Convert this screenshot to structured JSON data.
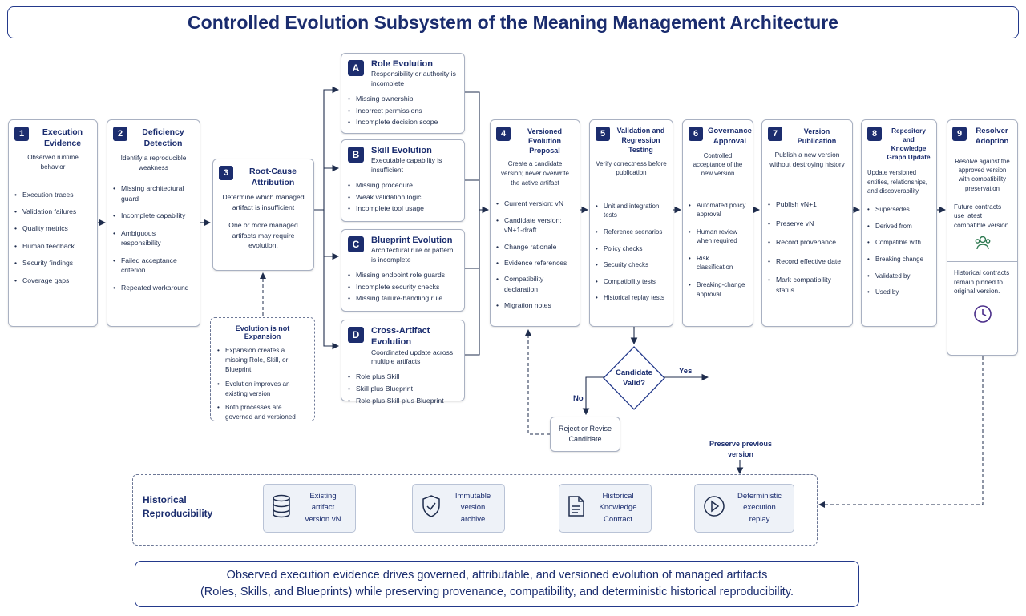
{
  "title": "Controlled Evolution Subsystem of the Meaning Management Architecture",
  "steps": [
    {
      "num": "1",
      "title": "Execution Evidence",
      "desc": "Observed runtime behavior",
      "bullets": [
        "Execution traces",
        "Validation failures",
        "Quality metrics",
        "Human feedback",
        "Security findings",
        "Coverage gaps"
      ]
    },
    {
      "num": "2",
      "title": "Deficiency Detection",
      "desc": "Identify a reproducible weakness",
      "bullets": [
        "Missing architectural guard",
        "Incomplete capability",
        "Ambiguous responsibility",
        "Failed acceptance criterion",
        "Repeated workaround"
      ]
    },
    {
      "num": "3",
      "title": "Root-Cause Attribution",
      "desc": "Determine which managed artifact is insufficient",
      "desc2": "One or more managed artifacts may require evolution."
    },
    {
      "num": "4",
      "title": "Versioned Evolution Proposal",
      "desc": "Create a candidate version; never overwrite the active artifact",
      "bullets": [
        "Current version: vN",
        "Candidate version: vN+1-draft",
        "Change rationale",
        "Evidence references",
        "Compatibility declaration",
        "Migration notes"
      ]
    },
    {
      "num": "5",
      "title": "Validation and Regression Testing",
      "desc": "Verify correctness before publication",
      "bullets": [
        "Unit and integration tests",
        "Reference scenarios",
        "Policy checks",
        "Security checks",
        "Compatibility tests",
        "Historical replay tests"
      ]
    },
    {
      "num": "6",
      "title": "Governance Approval",
      "desc": "Controlled acceptance of the new version",
      "bullets": [
        "Automated policy approval",
        "Human review when required",
        "Risk classification",
        "Breaking-change approval"
      ]
    },
    {
      "num": "7",
      "title": "Version Publication",
      "desc": "Publish a new version without destroying history",
      "bullets": [
        "Publish vN+1",
        "Preserve vN",
        "Record provenance",
        "Record effective date",
        "Mark compatibility status"
      ]
    },
    {
      "num": "8",
      "title": "Repository and Knowledge Graph Update",
      "desc": "Update versioned entities, relationships, and discoverability",
      "bullets": [
        "Supersedes",
        "Derived from",
        "Compatible with",
        "Breaking change",
        "Validated by",
        "Used by"
      ]
    },
    {
      "num": "9",
      "title": "Resolver Adoption",
      "desc": "Resolve against the approved version with compatibility preservation",
      "desc2": "Future contracts use latest compatible version.",
      "desc3": "Historical contracts remain pinned to original version."
    }
  ],
  "evolutions": [
    {
      "letter": "A",
      "title": "Role Evolution",
      "desc": "Responsibility or authority is incomplete",
      "bullets": [
        "Missing ownership",
        "Incorrect permissions",
        "Incomplete decision scope"
      ]
    },
    {
      "letter": "B",
      "title": "Skill Evolution",
      "desc": "Executable capability is insufficient",
      "bullets": [
        "Missing procedure",
        "Weak validation logic",
        "Incomplete tool usage"
      ]
    },
    {
      "letter": "C",
      "title": "Blueprint Evolution",
      "desc": "Architectural rule or pattern is incomplete",
      "bullets": [
        "Missing endpoint role guards",
        "Incomplete security checks",
        "Missing failure-handling rule"
      ]
    },
    {
      "letter": "D",
      "title": "Cross-Artifact Evolution",
      "desc": "Coordinated update across multiple artifacts",
      "bullets": [
        "Role plus Skill",
        "Skill plus Blueprint",
        "Role plus Skill plus Blueprint"
      ]
    }
  ],
  "note": {
    "title": "Evolution is not Expansion",
    "bullets": [
      "Expansion creates a missing Role, Skill, or Blueprint",
      "Evolution improves an existing version",
      "Both processes are governed and versioned"
    ]
  },
  "decision": {
    "label": "Candidate Valid?",
    "yes": "Yes",
    "no": "No",
    "reject": "Reject or Revise Candidate"
  },
  "historical": {
    "label": "Historical Reproducibility",
    "preserve": "Preserve previous version",
    "boxes": [
      {
        "icon": "database-icon",
        "label": "Existing artifact version vN"
      },
      {
        "icon": "shield-check-icon",
        "label": "Immutable version archive"
      },
      {
        "icon": "document-icon",
        "label": "Historical Knowledge Contract"
      },
      {
        "icon": "play-icon",
        "label": "Deterministic execution replay"
      }
    ]
  },
  "footer": {
    "line1": "Observed execution evidence drives governed, attributable, and versioned evolution of managed artifacts",
    "line2": "(Roles, Skills, and Blueprints) while preserving provenance, compatibility, and deterministic historical reproducibility."
  },
  "colors": {
    "navy": "#1c2d6e",
    "border": "#a9b1c2",
    "panel": "#eef2f8"
  }
}
